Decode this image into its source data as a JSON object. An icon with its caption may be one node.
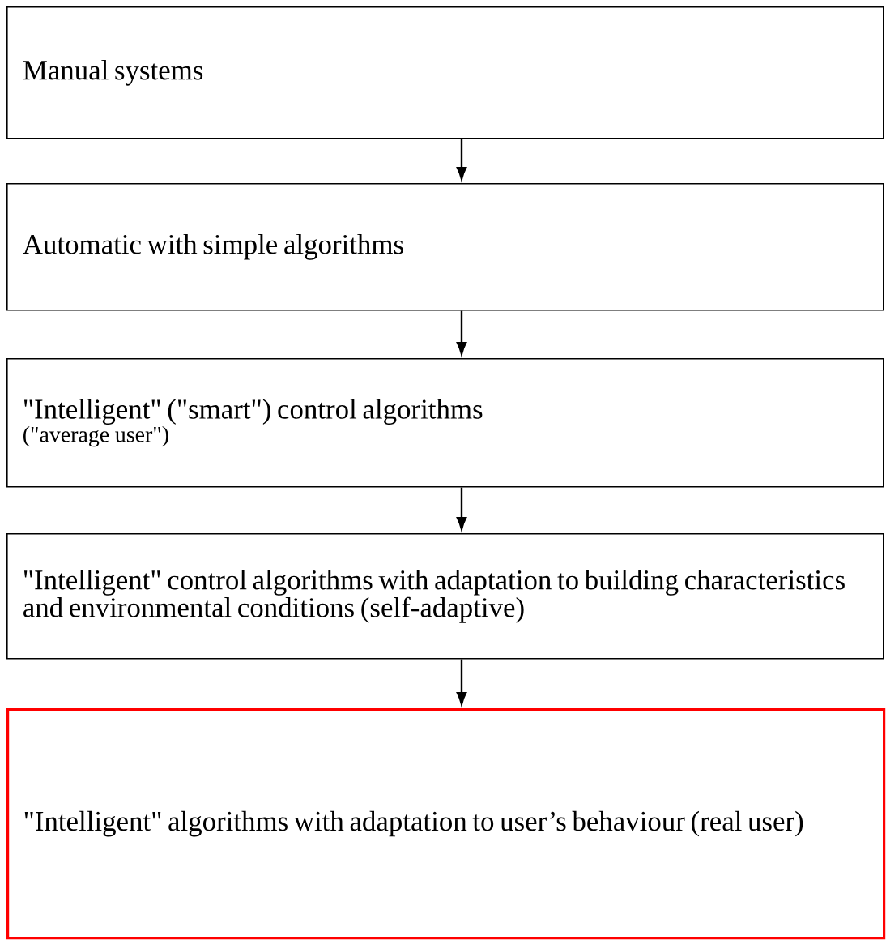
{
  "diagram": {
    "nodes": [
      {
        "text": [
          "Manual systems"
        ]
      },
      {
        "text": [
          "Automatic with simple algorithms"
        ]
      },
      {
        "text": [
          "\"Intelligent\" (\"smart\") control algorithms",
          "(\"average user\")"
        ]
      },
      {
        "text": [
          "\"Intelligent\" control algorithms with adaptation to building characteristics and environmental conditions (self-adaptive)"
        ]
      },
      {
        "text": [
          "\"Intelligent\" algorithms with adaptation to user’s behaviour (real user)"
        ]
      }
    ],
    "edges": [
      {
        "from": 0,
        "to": 1,
        "arrow": "to"
      },
      {
        "from": 1,
        "to": 2,
        "arrow": "to"
      },
      {
        "from": 2,
        "to": 3,
        "arrow": "to"
      },
      {
        "from": 3,
        "to": 4,
        "arrow": "to"
      }
    ]
  }
}
